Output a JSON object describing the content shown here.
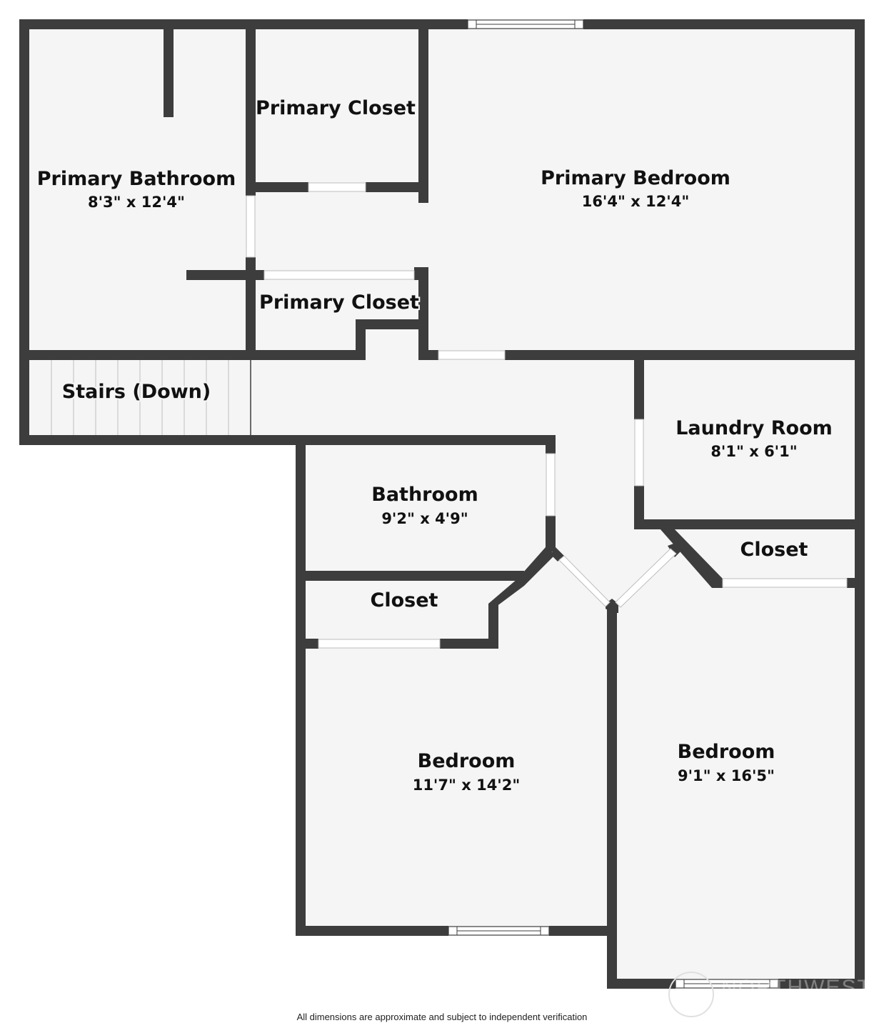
{
  "floorplan": {
    "rooms": [
      {
        "id": "primary-bathroom",
        "name": "Primary Bathroom",
        "dims": "8'3\" x 12'4\""
      },
      {
        "id": "primary-closet-1",
        "name": "Primary Closet",
        "dims": ""
      },
      {
        "id": "primary-bedroom",
        "name": "Primary Bedroom",
        "dims": "16'4\" x 12'4\""
      },
      {
        "id": "primary-closet-2",
        "name": "Primary Closet",
        "dims": ""
      },
      {
        "id": "stairs",
        "name": "Stairs (Down)",
        "dims": ""
      },
      {
        "id": "laundry-room",
        "name": "Laundry Room",
        "dims": "8'1\" x 6'1\""
      },
      {
        "id": "bathroom",
        "name": "Bathroom",
        "dims": "9'2\" x 4'9\""
      },
      {
        "id": "closet-right",
        "name": "Closet",
        "dims": ""
      },
      {
        "id": "closet-left",
        "name": "Closet",
        "dims": ""
      },
      {
        "id": "bedroom-left",
        "name": "Bedroom",
        "dims": "11'7\" x 14'2\""
      },
      {
        "id": "bedroom-right",
        "name": "Bedroom",
        "dims": "9'1\" x 16'5\""
      }
    ],
    "colors": {
      "wall": "#3d3d3d",
      "floor": "#f5f5f5",
      "background": "#ffffff",
      "text": "#111111"
    },
    "watermark": "NORTHWEST",
    "disclaimer": "All dimensions are approximate and subject to independent verification"
  }
}
